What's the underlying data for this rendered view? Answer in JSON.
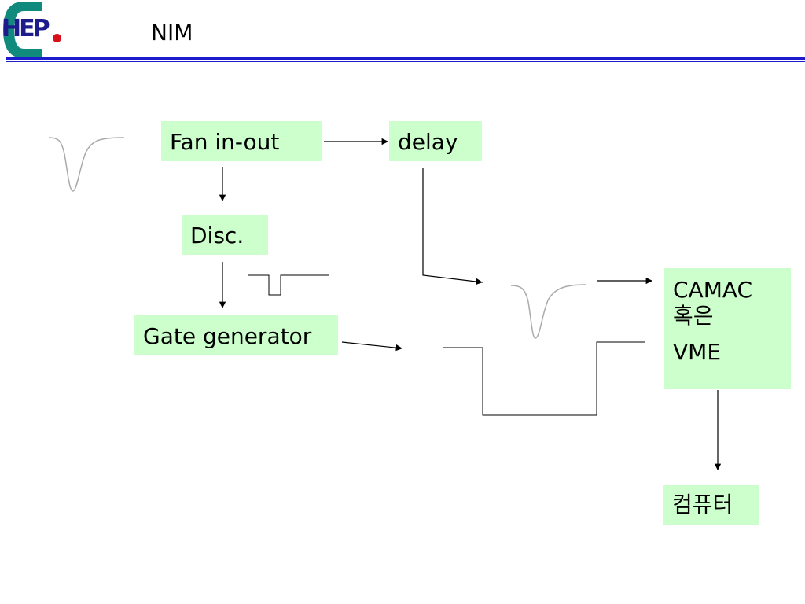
{
  "slide": {
    "title": "NIM",
    "logo_text": "HEP"
  },
  "colors": {
    "box_fill": "#ccffcc",
    "rule": "#1c1ccc",
    "logo_teal": "#0f8a7c",
    "logo_navy": "#1c1c8c",
    "logo_red": "#d8101a"
  },
  "nodes": {
    "fan": {
      "label": "Fan in-out"
    },
    "delay": {
      "label": "delay"
    },
    "disc": {
      "label": "Disc."
    },
    "gate": {
      "label": "Gate generator"
    },
    "camac": {
      "line1": "CAMAC",
      "line2": "혹은",
      "line3": "VME"
    },
    "computer": {
      "label": "컴퓨터"
    }
  },
  "edges": [
    {
      "from": "fan",
      "to": "delay"
    },
    {
      "from": "fan",
      "to": "disc"
    },
    {
      "from": "disc",
      "to": "gate"
    },
    {
      "from": "delay",
      "to": "camac-input-pulse"
    },
    {
      "from": "gate",
      "to": "camac-gate-signal"
    },
    {
      "from": "camac-input-pulse",
      "to": "camac"
    },
    {
      "from": "camac",
      "to": "computer"
    }
  ]
}
